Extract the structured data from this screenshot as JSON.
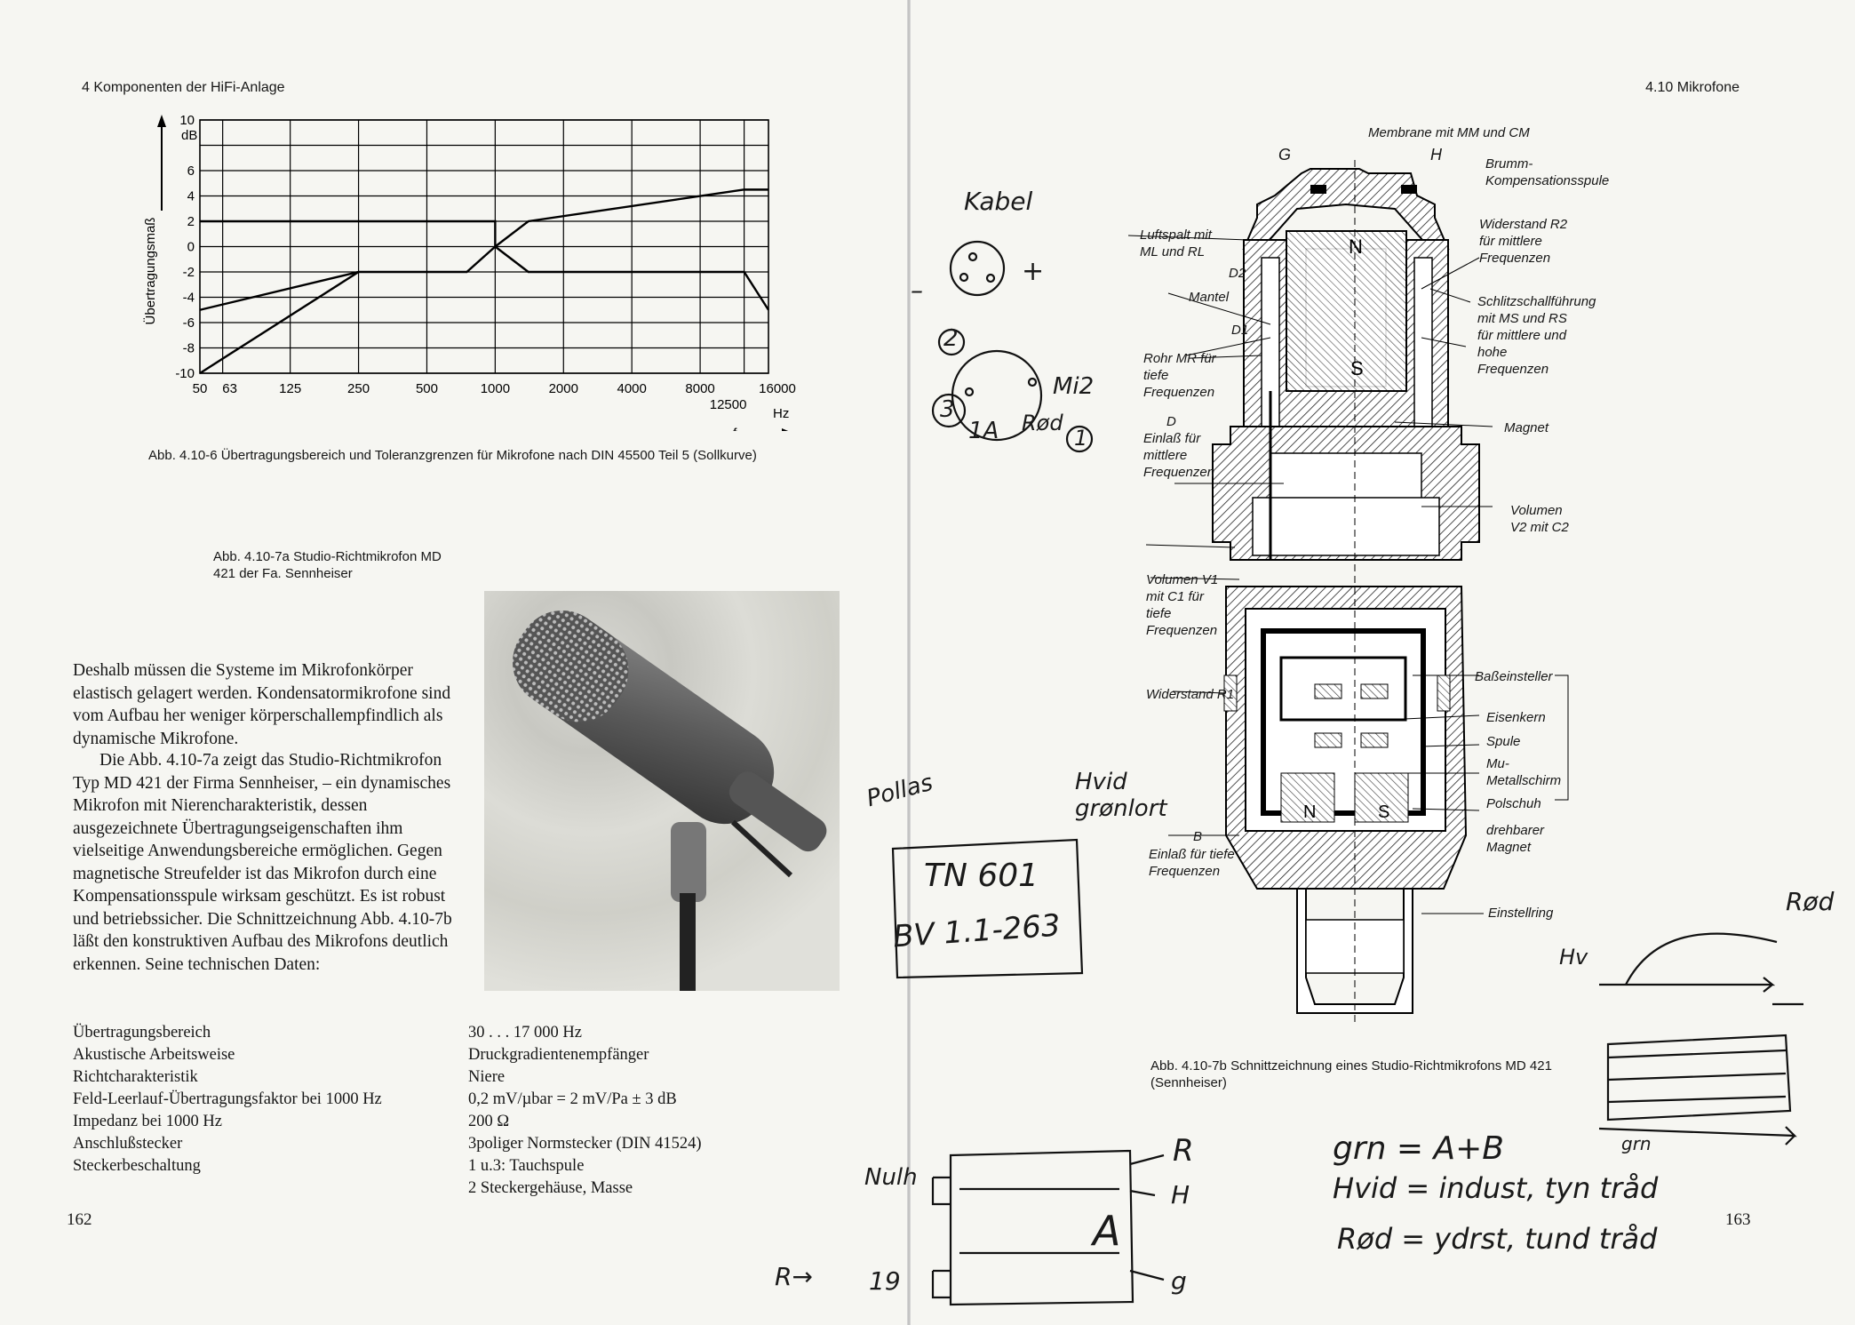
{
  "left_page": {
    "header": "4 Komponenten der HiFi-Anlage",
    "page_number": "162",
    "chart_caption": "Abb. 4.10-6 Übertragungsbereich und Toleranzgrenzen für Mikrofone nach DIN 45500 Teil 5 (Sollkurve)",
    "photo_caption": "Abb. 4.10-7a Studio-Richtmikrofon MD 421 der Fa. Sennheiser",
    "body_paragraph_1": "Deshalb müssen die Systeme im Mikrofonkörper elastisch gelagert werden. Kondensatormikrofone sind vom Aufbau her weniger körperschallempfindlich als dynamische Mikrofone.",
    "body_paragraph_2": "Die Abb. 4.10-7a zeigt das Studio-Richtmikrofon Typ MD 421 der Firma Sennheiser, – ein dynamisches Mikrofon mit Nierencharakteristik, dessen ausgezeichnete Übertragungseigenschaften ihm vielseitige Anwendungsbereiche ermöglichen. Gegen magnetische Streufelder ist das Mikrofon durch eine Kompensationsspule wirksam geschützt. Es ist robust und betriebssicher. Die Schnittzeichnung Abb. 4.10-7b läßt den konstruktiven Aufbau des Mikrofons deutlich erkennen. Seine technischen Daten:",
    "specs": [
      {
        "label": "Übertragungsbereich",
        "value": "30 . . . 17 000 Hz"
      },
      {
        "label": "Akustische Arbeitsweise",
        "value": "Druckgradientenempfänger"
      },
      {
        "label": "Richtcharakteristik",
        "value": "Niere"
      },
      {
        "label": "Feld-Leerlauf-Übertragungsfaktor bei 1000 Hz",
        "value": "0,2 mV/µbar = 2 mV/Pa ± 3 dB"
      },
      {
        "label": "Impedanz bei 1000 Hz",
        "value": "200 Ω"
      },
      {
        "label": "Anschlußstecker",
        "value": "3poliger Normstecker (DIN 41524)"
      },
      {
        "label": "Steckerbeschaltung",
        "value": "1 u.3: Tauchspule"
      },
      {
        "label": "",
        "value": "2 Steckergehäuse, Masse"
      }
    ]
  },
  "chart_data": {
    "type": "line",
    "ylabel": "Übertragungsmaß",
    "yunit": "dB",
    "xlabel": "f",
    "xunit": "Hz",
    "x_ticks": [
      "50",
      "63",
      "125",
      "250",
      "500",
      "1000",
      "2000",
      "4000",
      "8000",
      "12500",
      "16000"
    ],
    "y_ticks": [
      "10",
      "6",
      "4",
      "2",
      "0",
      "-2",
      "-4",
      "-6",
      "-8",
      "-10"
    ],
    "ylim": [
      -10,
      10
    ],
    "xlim": [
      50,
      16000
    ],
    "log_x": true,
    "grid": true,
    "series": [
      {
        "points": [
          [
            50,
            2
          ],
          [
            1000,
            2
          ],
          [
            1000,
            0
          ]
        ]
      },
      {
        "points": [
          [
            1000,
            0
          ],
          [
            1400,
            2
          ],
          [
            12500,
            4.5
          ],
          [
            16000,
            4.5
          ]
        ]
      },
      {
        "points": [
          [
            50,
            -5
          ],
          [
            250,
            -2
          ],
          [
            750,
            -2
          ],
          [
            1000,
            0
          ]
        ]
      },
      {
        "points": [
          [
            1000,
            0
          ],
          [
            1400,
            -2
          ],
          [
            12500,
            -2
          ],
          [
            16000,
            -5
          ]
        ]
      },
      {
        "points": [
          [
            50,
            -10
          ],
          [
            250,
            -2
          ]
        ]
      }
    ]
  },
  "right_page": {
    "header": "4.10 Mikrofone",
    "page_number": "163",
    "diagram_caption": "Abb. 4.10-7b Schnittzeichnung eines Studio-Richtmikrofons MD 421 (Sennheiser)",
    "labels": {
      "membrane": "Membrane mit MM und CM",
      "g": "G",
      "h": "H",
      "brumm": "Brumm-Kompensationsspule",
      "luftspalt": "Luftspalt mit ML und RL",
      "d2": "D2",
      "mantel": "Mantel",
      "d1": "D1",
      "rohr": "Rohr MR für tiefe Frequenzen",
      "d": "D",
      "einlass_mittlere": "Einlaß für mittlere Frequenzen",
      "widerstand_r2": "Widerstand R2 für mittlere Frequenzen",
      "schlitz": "Schlitzschallführung mit MS und RS für mittlere und hohe Frequenzen",
      "magnet": "Magnet",
      "volumen_v2": "Volumen V2 mit C2",
      "volumen_v1": "Volumen V1 mit C1 für tiefe Frequenzen",
      "widerstand_r1": "Widerstand R1",
      "basseinsteller": "Baßeinsteller",
      "eisenkern": "Eisenkern",
      "spule": "Spule",
      "mu_metall": "Mu-Metallschirm",
      "polschuh": "Polschuh",
      "drehbarer": "drehbarer Magnet",
      "b": "B",
      "einlass_tiefe": "Einlaß für tiefe Frequenzen",
      "einstellring": "Einstellring",
      "n_top": "N",
      "s_top": "S",
      "n_bottom": "N",
      "s_bottom": "S"
    }
  },
  "handwriting": {
    "kabel": "Kabel",
    "plus": "+",
    "minus": "–",
    "pin2": "2",
    "pin3": "3",
    "pin1": "1",
    "mi2": "Mi2",
    "ia": "1A",
    "rod": "Rød",
    "pollas": "Pollas",
    "hvid": "Hvid grønlort",
    "box_line1": "TN 601",
    "box_line2": "BV 1.1-263",
    "r_right": "R",
    "h_right": "H",
    "g_right": "g",
    "nulh": "Nulh",
    "r_arrow": "R→",
    "nineteen": "19",
    "a_box": "A",
    "grn": "grn = A+B",
    "hvid2": "Hvid = indust, tyn tråd",
    "rod2": "Rød = ydrst, tund tråd",
    "rod_right": "Rød",
    "hv": "Hv",
    "grn_small": "grn"
  }
}
